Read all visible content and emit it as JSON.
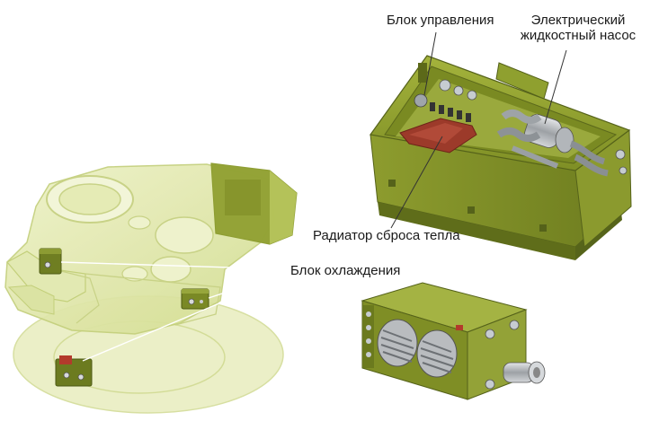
{
  "labels": {
    "control_unit": "Блок управления",
    "pump": "Электрический жидкостный насос",
    "radiator": "Радиатор сброса тепла",
    "cooling_unit": "Блок охлаждения"
  },
  "colors": {
    "olive_main": "#8a9a2c",
    "olive_dark": "#6b7a1e",
    "olive_light": "#b7c25a",
    "ghost_green": "#dfe6a8",
    "ghost_stroke": "#c3cf7a",
    "radiator_red": "#9c3a2a",
    "metal": "#b9bcbf",
    "leader": "#ffffff"
  }
}
